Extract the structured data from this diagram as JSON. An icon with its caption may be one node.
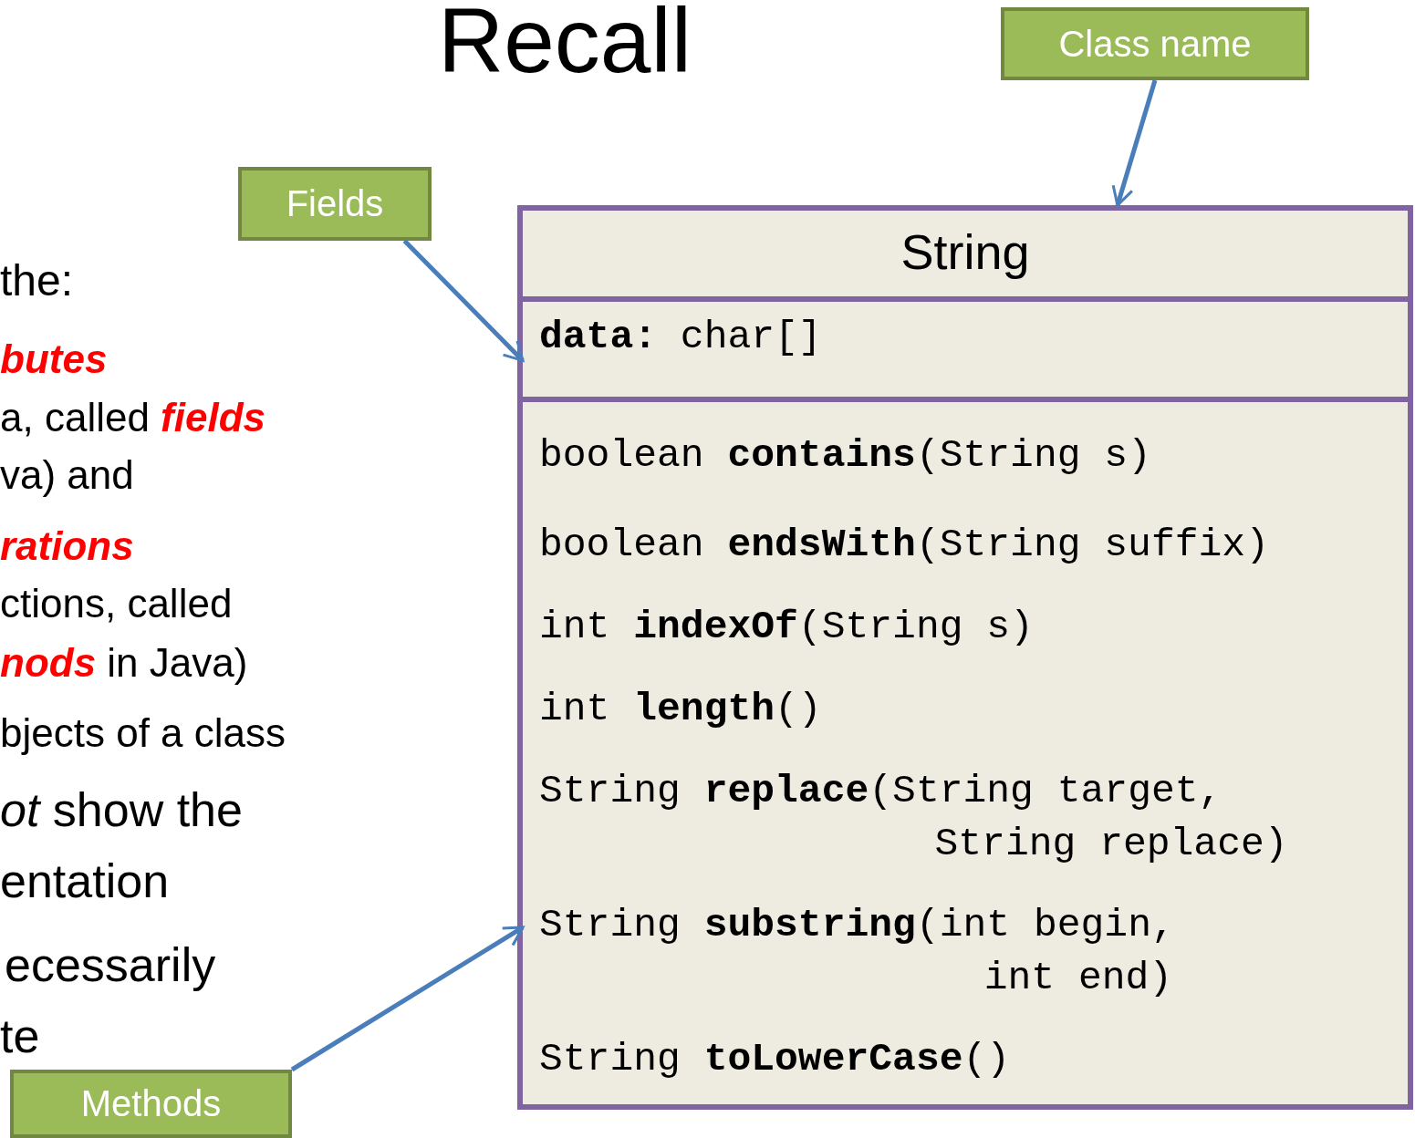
{
  "diagram": {
    "title": "Recall",
    "nodes": [
      {
        "text": [
          "Class name"
        ]
      },
      {
        "text": [
          "Fields"
        ]
      },
      {
        "text": [
          "Methods"
        ]
      },
      {
        "text": [
          "String"
        ]
      },
      {
        "text": [
          "**data:** char[]"
        ],
        "in": 3
      },
      {
        "text": [
          "boolean **contains**(String s)",
          "boolean **endsWith**(String suffix)",
          "int **indexOf**(String s)",
          "int **length**()",
          "String **replace**(String target, String replace)",
          "String **substring**(int begin, int end)",
          "String **toLowerCase**()"
        ],
        "in": 3
      }
    ],
    "edges": [
      {
        "from": 0,
        "to": 3,
        "arrow": "to"
      },
      {
        "from": 1,
        "to": 4,
        "arrow": "to"
      },
      {
        "from": 2,
        "to": 5,
        "arrow": "to"
      }
    ],
    "labels": [
      "the:",
      "**butes**",
      "a, called **fields**",
      "va) and",
      "**rations**",
      "ctions, called",
      "**nods** in Java)",
      "bjects of a class",
      "*ot* show the",
      "entation",
      "ecessarily",
      "te"
    ]
  }
}
